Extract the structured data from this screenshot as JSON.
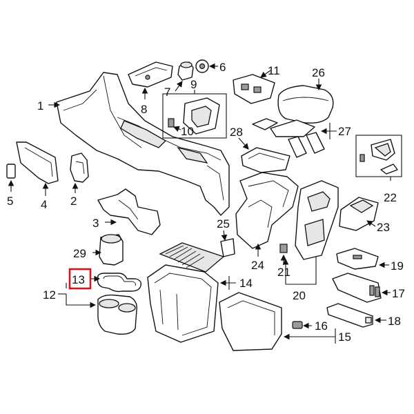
{
  "callouts": {
    "c1": "1",
    "c2": "2",
    "c3": "3",
    "c4": "4",
    "c5": "5",
    "c6": "6",
    "c7": "7",
    "c8": "8",
    "c9": "9",
    "c10": "10",
    "c11": "11",
    "c12": "12",
    "c13": "13",
    "c14": "14",
    "c15": "15",
    "c16": "16",
    "c17": "17",
    "c18": "18",
    "c19": "19",
    "c20": "20",
    "c21": "21",
    "c22": "22",
    "c23": "23",
    "c24": "24",
    "c25": "25",
    "c26": "26",
    "c27": "27",
    "c28": "28",
    "c29": "29"
  },
  "highlight": {
    "callout": "13",
    "color": "#d9111b"
  }
}
